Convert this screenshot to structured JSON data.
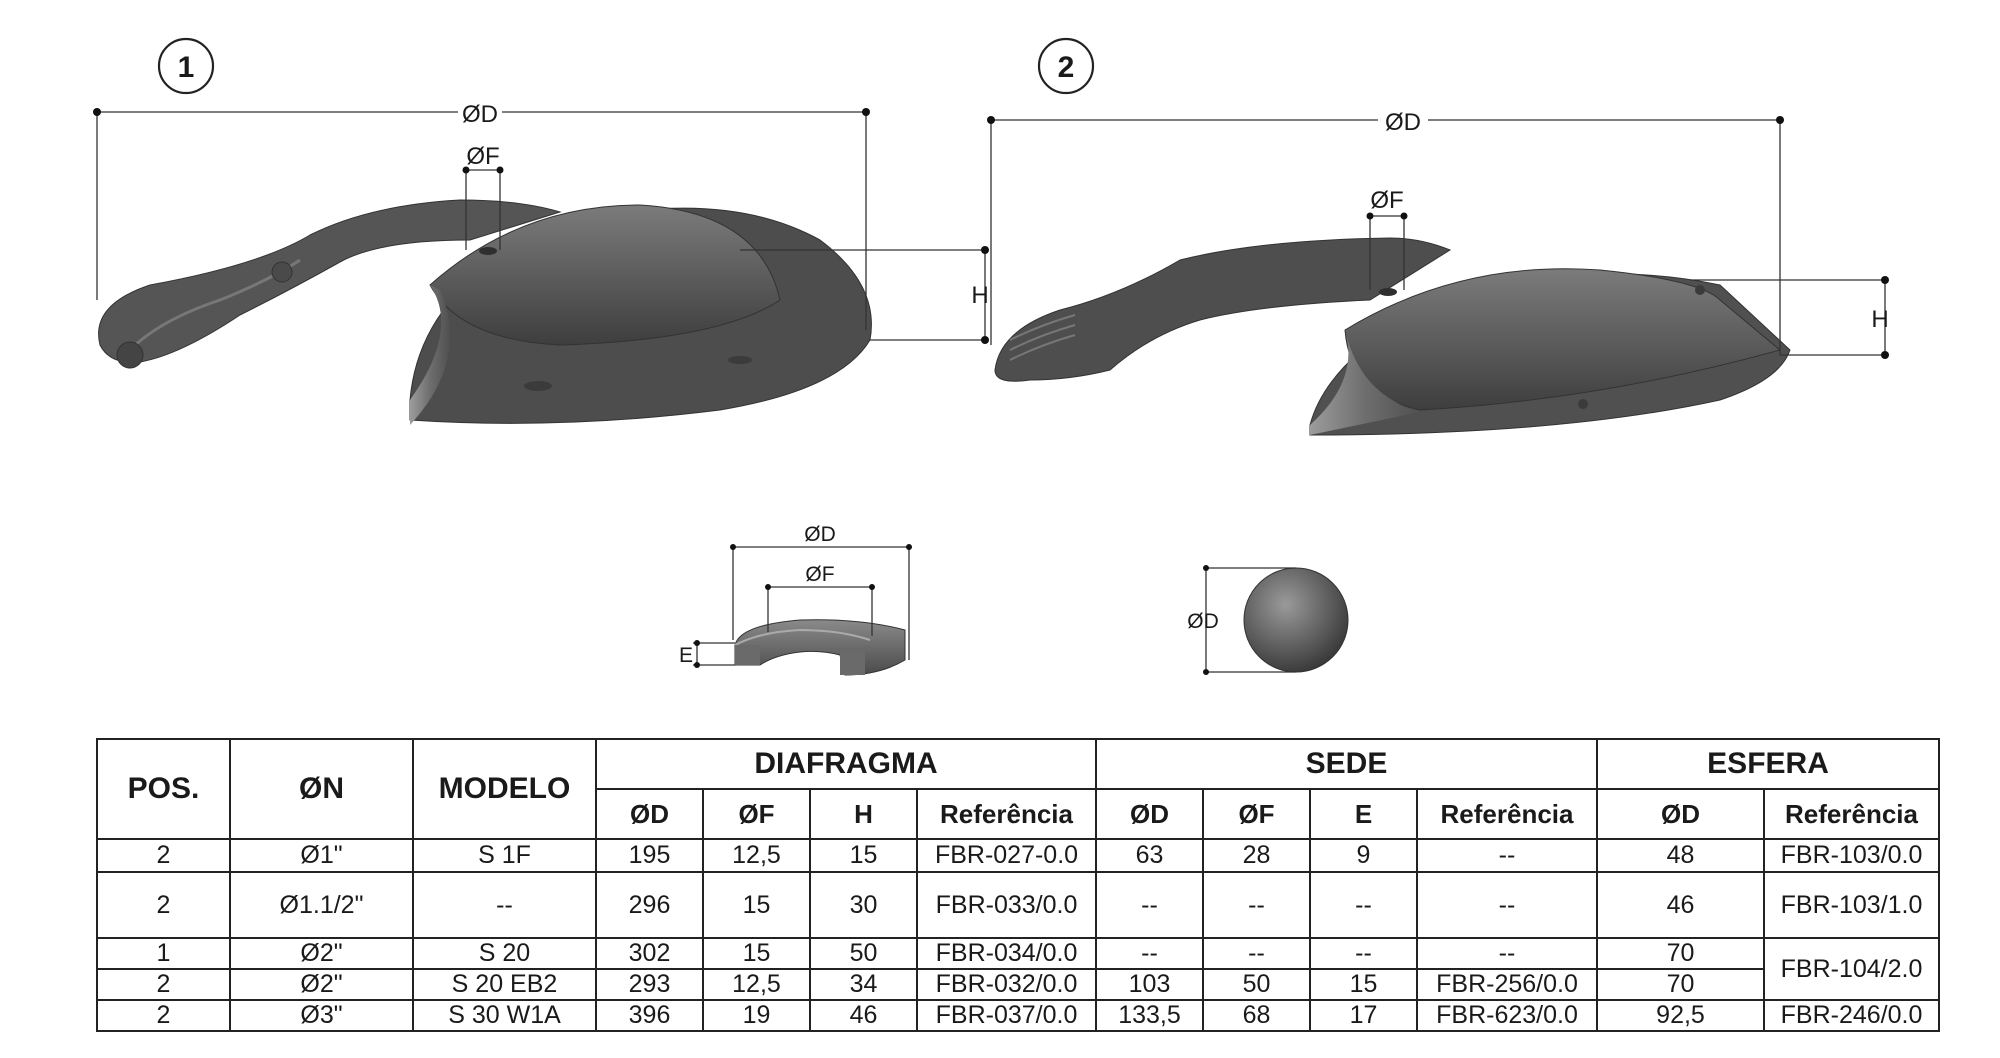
{
  "drawing": {
    "callouts": [
      "1",
      "2"
    ],
    "dim_labels": {
      "diaphragm_1": {
        "d": "ØD",
        "f": "ØF",
        "h": "H"
      },
      "diaphragm_2": {
        "d": "ØD",
        "f": "ØF",
        "h": "H"
      },
      "seat": {
        "d": "ØD",
        "f": "ØF",
        "e": "E"
      },
      "ball": {
        "d": "ØD"
      }
    }
  },
  "table": {
    "headers": {
      "pos": "POS.",
      "n": "ØN",
      "modelo": "MODELO",
      "diafragma": "DIAFRAGMA",
      "sede": "SEDE",
      "esfera": "ESFERA",
      "diafragma_cols": [
        "ØD",
        "ØF",
        "H",
        "Referência"
      ],
      "sede_cols": [
        "ØD",
        "ØF",
        "E",
        "Referência"
      ],
      "esfera_cols": [
        "ØD",
        "Referência"
      ]
    },
    "rows": [
      {
        "pos": "2",
        "n": "Ø1\"",
        "modelo": "S 1F",
        "dia_d": "195",
        "dia_f": "12,5",
        "dia_h": "15",
        "dia_ref": "FBR-027-0.0",
        "sede_d": "63",
        "sede_f": "28",
        "sede_e": "9",
        "sede_ref": "--",
        "esf_d": "48",
        "esf_ref": "FBR-103/0.0"
      },
      {
        "pos": "2",
        "n": "Ø1.1/2\"",
        "modelo": "--",
        "dia_d": "296",
        "dia_f": "15",
        "dia_h": "30",
        "dia_ref": "FBR-033/0.0",
        "sede_d": "--",
        "sede_f": "--",
        "sede_e": "--",
        "sede_ref": "--",
        "esf_d": "46",
        "esf_ref": "FBR-103/1.0"
      },
      {
        "pos": "1",
        "n": "Ø2\"",
        "modelo": "S 20",
        "dia_d": "302",
        "dia_f": "15",
        "dia_h": "50",
        "dia_ref": "FBR-034/0.0",
        "sede_d": "--",
        "sede_f": "--",
        "sede_e": "--",
        "sede_ref": "--",
        "esf_d": "70",
        "esf_ref": "FBR-104/2.0"
      },
      {
        "pos": "2",
        "n": "Ø2\"",
        "modelo": "S 20 EB2",
        "dia_d": "293",
        "dia_f": "12,5",
        "dia_h": "34",
        "dia_ref": "FBR-032/0.0",
        "sede_d": "103",
        "sede_f": "50",
        "sede_e": "15",
        "sede_ref": "FBR-256/0.0",
        "esf_d": "70"
      },
      {
        "pos": "2",
        "n": "Ø3\"",
        "modelo": "S 30 W1A",
        "dia_d": "396",
        "dia_f": "19",
        "dia_h": "46",
        "dia_ref": "FBR-037/0.0",
        "sede_d": "133,5",
        "sede_f": "68",
        "sede_e": "17",
        "sede_ref": "FBR-623/0.0",
        "esf_d": "92,5",
        "esf_ref": "FBR-246/0.0"
      }
    ]
  },
  "colors": {
    "part_dark": "#4a4a4a",
    "part_mid": "#6b6b6b",
    "part_light": "#9a9a9a",
    "line": "#222222"
  }
}
